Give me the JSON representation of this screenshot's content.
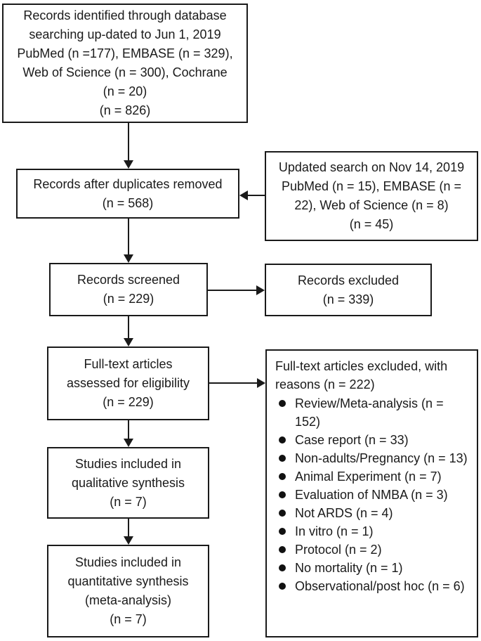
{
  "page": {
    "background_color": "#ffffff",
    "text_color": "#1a1a1a",
    "border_color": "#1a1a1a"
  },
  "flowchart": {
    "identification": {
      "text": "Records identified through database\nsearching up-dated to Jun 1, 2019\nPubMed (n =177), EMBASE (n = 329),\nWeb of Science (n = 300), Cochrane\n(n = 20)\n(n = 826)"
    },
    "duplicates_removed": {
      "text": "Records after duplicates removed\n(n = 568)"
    },
    "updated_search": {
      "text": "Updated search on Nov 14, 2019\nPubMed (n = 15), EMBASE (n =\n22), Web of Science (n = 8)\n(n = 45)"
    },
    "records_screened": {
      "text": "Records screened\n(n = 229)"
    },
    "records_excluded": {
      "text": "Records excluded\n(n = 339)"
    },
    "fulltext_assessed": {
      "text": "Full-text articles\nassessed for eligibility\n(n = 229)"
    },
    "fulltext_excluded": {
      "header": "Full-text articles excluded, with\nreasons (n = 222)",
      "reasons": [
        "Review/Meta-analysis (n = 152)",
        "Case report (n = 33)",
        "Non-adults/Pregnancy (n = 13)",
        "Animal Experiment (n = 7)",
        "Evaluation of NMBA (n = 3)",
        "Not ARDS (n = 4)",
        "In vitro (n = 1)",
        "Protocol (n = 2)",
        "No mortality (n = 1)",
        "Observational/post hoc (n = 6)"
      ]
    },
    "qualitative_synthesis": {
      "text": "Studies included in\nqualitative synthesis\n(n = 7)"
    },
    "quantitative_synthesis": {
      "text": "Studies included in\nquantitative synthesis\n(meta-analysis)\n(n = 7)"
    }
  }
}
